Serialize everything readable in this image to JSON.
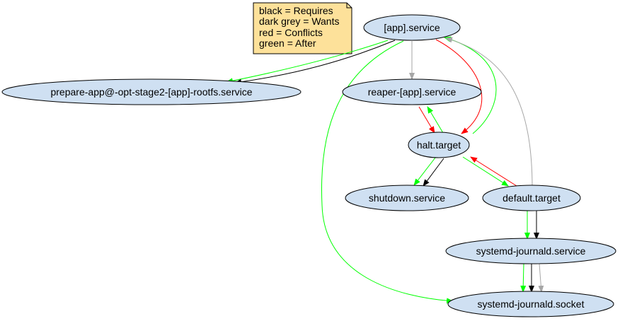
{
  "colors": {
    "node_fill": "#cfe0f2",
    "node_stroke": "#000000",
    "legend_fill": "#fde19a",
    "requires": "#000000",
    "wants": "#a6a6a6",
    "conflicts": "#ff0000",
    "after": "#00ff00"
  },
  "legend": {
    "lines": [
      "black = Requires",
      "dark grey = Wants",
      "red = Conflicts",
      "green = After"
    ]
  },
  "nodes": {
    "app_service": "[app].service",
    "prepare_app": "prepare-app@-opt-stage2-[app]-rootfs.service",
    "reaper_app": "reaper-[app].service",
    "halt_target": "halt.target",
    "shutdown_service": "shutdown.service",
    "default_target": "default.target",
    "journald_service": "systemd-journald.service",
    "journald_socket": "systemd-journald.socket"
  },
  "edges": [
    {
      "from": "[app].service",
      "to": "prepare-app@-opt-stage2-[app]-rootfs.service",
      "type": "After"
    },
    {
      "from": "[app].service",
      "to": "prepare-app@-opt-stage2-[app]-rootfs.service",
      "type": "Requires"
    },
    {
      "from": "[app].service",
      "to": "reaper-[app].service",
      "type": "Wants"
    },
    {
      "from": "[app].service",
      "to": "halt.target",
      "type": "Conflicts"
    },
    {
      "from": "halt.target",
      "to": "[app].service",
      "type": "After"
    },
    {
      "from": "[app].service",
      "to": "systemd-journald.socket",
      "type": "After"
    },
    {
      "from": "default.target",
      "to": "[app].service",
      "type": "Wants"
    },
    {
      "from": "reaper-[app].service",
      "to": "halt.target",
      "type": "Conflicts"
    },
    {
      "from": "halt.target",
      "to": "reaper-[app].service",
      "type": "After"
    },
    {
      "from": "halt.target",
      "to": "shutdown.service",
      "type": "After"
    },
    {
      "from": "halt.target",
      "to": "shutdown.service",
      "type": "Requires"
    },
    {
      "from": "halt.target",
      "to": "default.target",
      "type": "After"
    },
    {
      "from": "default.target",
      "to": "halt.target",
      "type": "Conflicts"
    },
    {
      "from": "default.target",
      "to": "systemd-journald.service",
      "type": "After"
    },
    {
      "from": "default.target",
      "to": "systemd-journald.service",
      "type": "Requires"
    },
    {
      "from": "systemd-journald.service",
      "to": "systemd-journald.socket",
      "type": "After"
    },
    {
      "from": "systemd-journald.service",
      "to": "systemd-journald.socket",
      "type": "Requires"
    },
    {
      "from": "systemd-journald.service",
      "to": "systemd-journald.socket",
      "type": "Wants"
    }
  ]
}
